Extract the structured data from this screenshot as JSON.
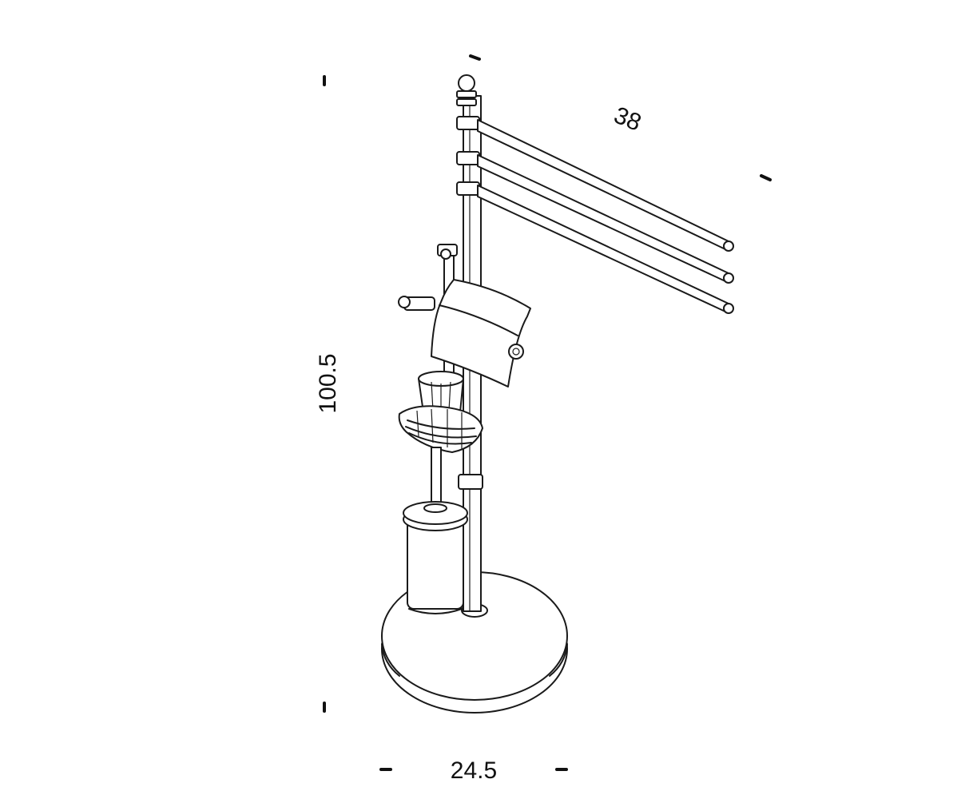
{
  "dimensions": {
    "height_label": "100.5",
    "width_label": "24.5",
    "arm_length_label": "38"
  }
}
